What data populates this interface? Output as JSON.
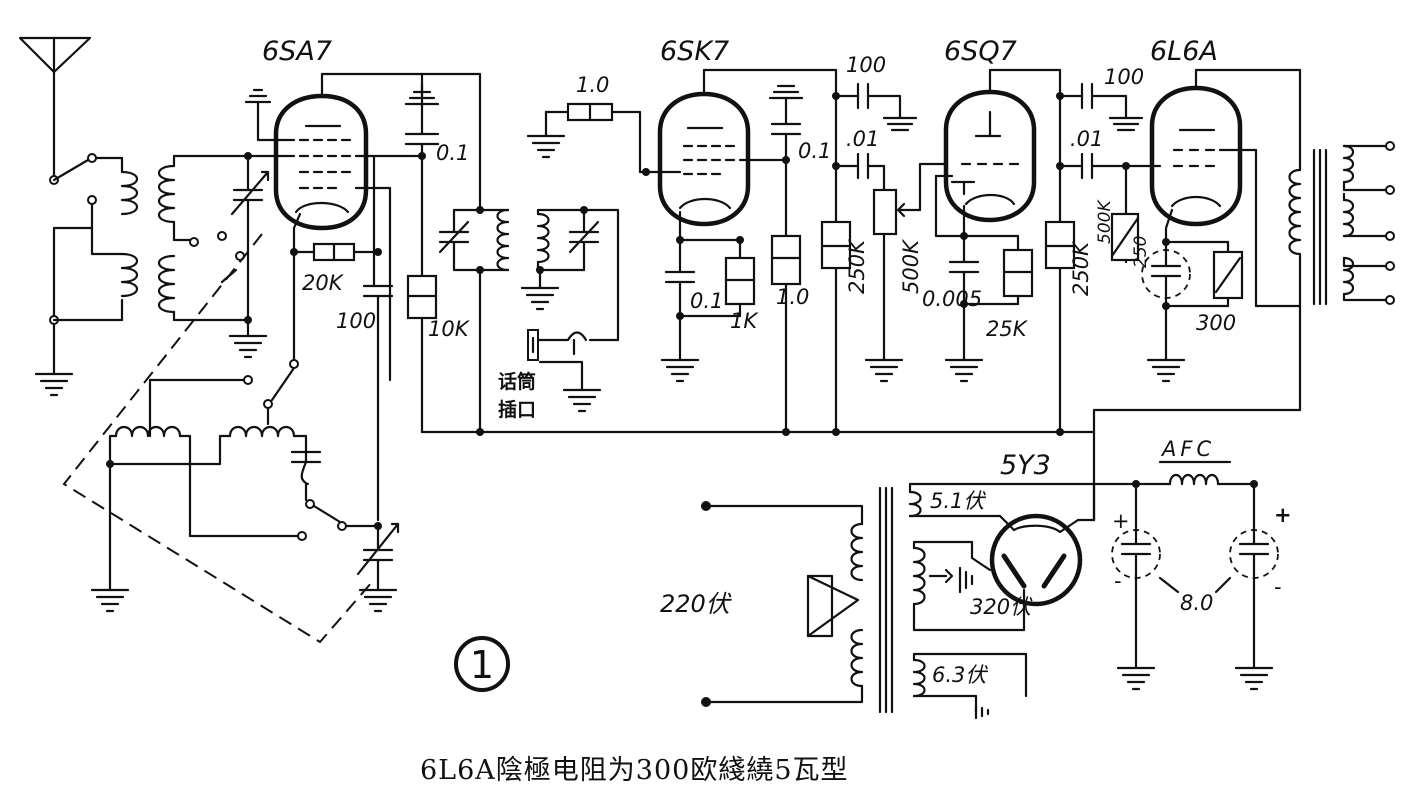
{
  "tubes": {
    "v1": "6SA7",
    "v2": "6SK7",
    "v3": "6SQ7",
    "v4": "6L6A",
    "rect": "5Y3"
  },
  "values": {
    "mic_r": "1.0",
    "c_v1_screen": "0.1",
    "r_20k": "20K",
    "c_100_osc": "100",
    "r_10k": "10K",
    "c_v2_cath": "0.1",
    "r_1k": "1K",
    "c_v2_screen": "0.1",
    "r_1_0": "1.0",
    "c_100_det": "100",
    "c_01_det": ".01",
    "r_250k_det": "250K",
    "pot_500k": "500K",
    "c_0005": "0.005",
    "r_25k": "25K",
    "c_100_out": "100",
    "c_01_out": ".01",
    "r_250k_out": "250K",
    "r_500k_out": "500K",
    "c_250": "250",
    "r_300": "300",
    "afc": "AFC",
    "v_51": "5.1伏",
    "v_320": "320伏",
    "v_63": "6.3伏",
    "v_220": "220伏",
    "c_8_0": "8.0",
    "plus1": "+",
    "plus2": "+",
    "minus1": "-",
    "minus2": "-"
  },
  "mic_jack": {
    "line1": "话筒",
    "line2": "插口"
  },
  "figure_number": "1",
  "caption": "6L6A陰極电阻为300欧綫繞5瓦型"
}
